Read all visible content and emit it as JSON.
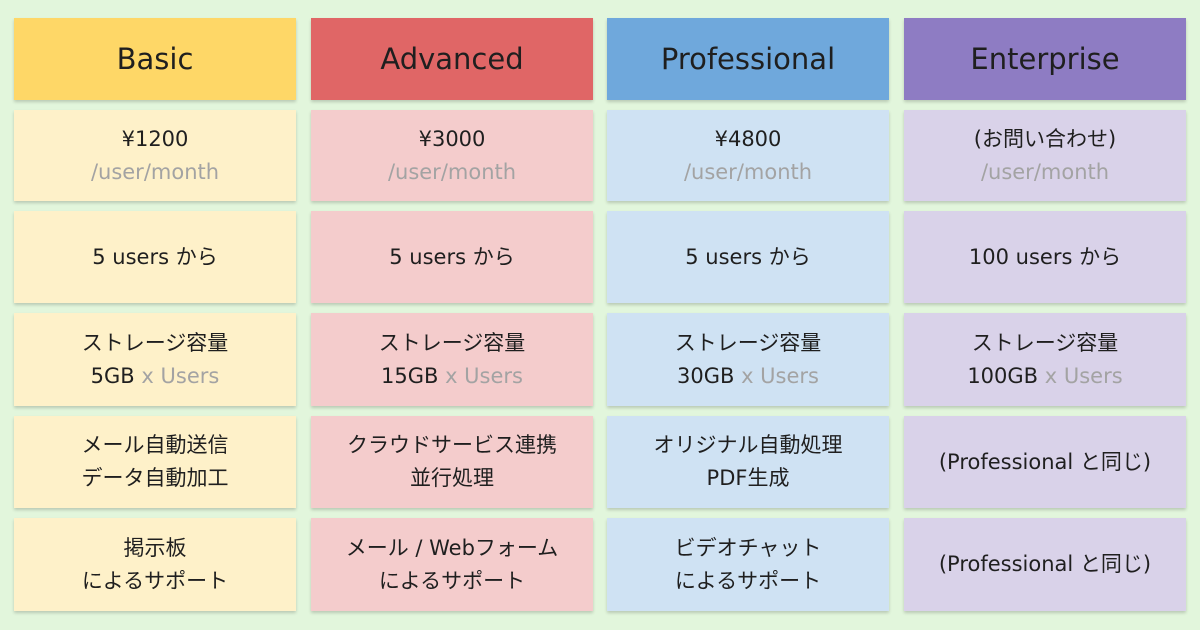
{
  "plans": [
    {
      "name": "Basic",
      "price": "¥1200",
      "price_unit": "/user/month",
      "users": "5 users から",
      "storage_label": "ストレージ容量",
      "storage_amount": "5GB",
      "storage_suffix": "x Users",
      "features_line1": "メール自動送信",
      "features_line2": "データ自動加工",
      "support_line1": "掲示板",
      "support_line2": "によるサポート"
    },
    {
      "name": "Advanced",
      "price": "¥3000",
      "price_unit": "/user/month",
      "users": "5 users から",
      "storage_label": "ストレージ容量",
      "storage_amount": "15GB",
      "storage_suffix": "x Users",
      "features_line1": "クラウドサービス連携",
      "features_line2": "並行処理",
      "support_line1": "メール / Webフォーム",
      "support_line2": "によるサポート"
    },
    {
      "name": "Professional",
      "price": "¥4800",
      "price_unit": "/user/month",
      "users": "5 users から",
      "storage_label": "ストレージ容量",
      "storage_amount": "30GB",
      "storage_suffix": "x Users",
      "features_line1": "オリジナル自動処理",
      "features_line2": "PDF生成",
      "support_line1": "ビデオチャット",
      "support_line2": "によるサポート"
    },
    {
      "name": "Enterprise",
      "price": "(お問い合わせ)",
      "price_unit": "/user/month",
      "users": "100 users から",
      "storage_label": "ストレージ容量",
      "storage_amount": "100GB",
      "storage_suffix": "x Users",
      "features_line1": "(Professional と同じ)",
      "support_line1": "(Professional と同じ)"
    }
  ],
  "colors": {
    "background": "#e2f6dc",
    "basic_header": "#fed767",
    "basic_cell": "#fef1c9",
    "advanced_header": "#e06666",
    "advanced_cell": "#f4cccc",
    "professional_header": "#6fa8dc",
    "professional_cell": "#cfe2f3",
    "enterprise_header": "#8e7cc3",
    "enterprise_cell": "#d9d2e9",
    "muted_text": "#a3a3a3"
  }
}
